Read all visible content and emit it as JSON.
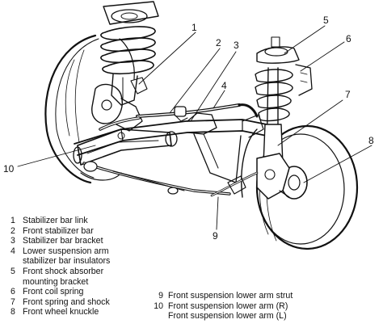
{
  "callouts": [
    "1",
    "2",
    "3",
    "4",
    "5",
    "6",
    "7",
    "8",
    "9",
    "10"
  ],
  "legend_left": [
    {
      "num": "1",
      "text": "Stabilizer bar link"
    },
    {
      "num": "2",
      "text": "Front stabilizer bar"
    },
    {
      "num": "3",
      "text": "Stabilizer bar bracket"
    },
    {
      "num": "4",
      "text": "Lower suspension arm"
    },
    {
      "num": "",
      "text": "stabilizer bar insulators"
    },
    {
      "num": "5",
      "text": "Front shock absorber"
    },
    {
      "num": "",
      "text": "mounting bracket"
    },
    {
      "num": "6",
      "text": "Front coil spring"
    },
    {
      "num": "7",
      "text": "Front spring and shock"
    },
    {
      "num": "8",
      "text": "Front wheel knuckle"
    }
  ],
  "legend_right": [
    {
      "num": "9",
      "text": "Front suspension lower arm strut"
    },
    {
      "num": "10",
      "text": "Front suspension lower arm (R)"
    },
    {
      "num": "",
      "text": "Front suspension lower arm (L)"
    }
  ]
}
